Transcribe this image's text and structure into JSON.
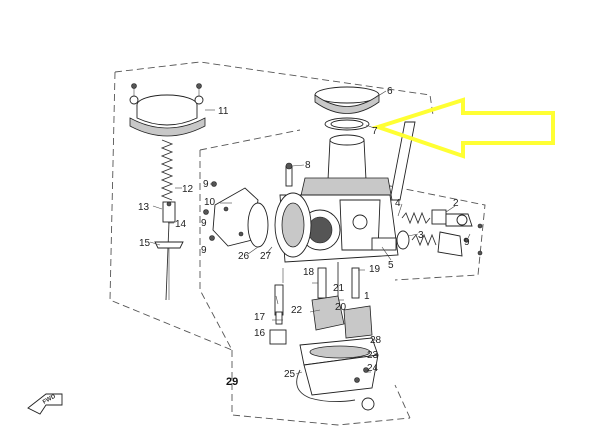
{
  "diagram": {
    "callouts": {
      "p1": "1",
      "p2": "2",
      "p3": "3",
      "p4": "4",
      "p5": "5",
      "p6": "6",
      "p7": "7",
      "p8": "8",
      "p9a": "9",
      "p9b": "9",
      "p9c": "9",
      "p9d": "9",
      "p10": "10",
      "p11": "11",
      "p12": "12",
      "p13": "13",
      "p14": "14",
      "p15": "15",
      "p16": "16",
      "p17": "17",
      "p18": "18",
      "p19": "19",
      "p20": "20",
      "p21": "21",
      "p22": "22",
      "p23": "23",
      "p24": "24",
      "p25": "25",
      "p26": "26",
      "p27": "27",
      "p28": "28"
    },
    "assembly_number": "29",
    "fwd_badge": "FWD",
    "highlight_arrow_color": "#ffff33",
    "line_color": "#333333"
  }
}
